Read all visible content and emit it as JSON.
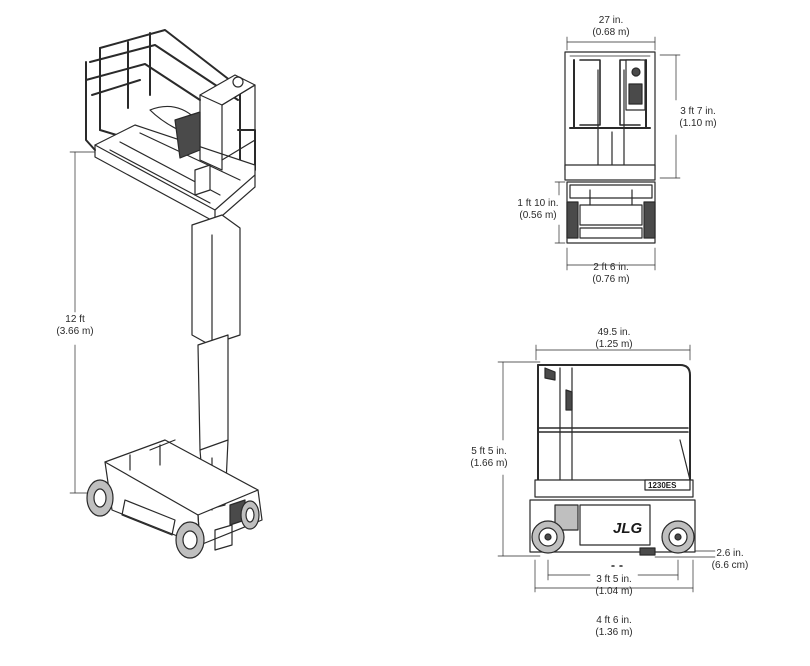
{
  "dimensions": {
    "height_3d": {
      "imperial": "12 ft",
      "metric": "(3.66 m)"
    },
    "front_top_width": {
      "imperial": "27 in.",
      "metric": "(0.68 m)"
    },
    "front_rail_height": {
      "imperial": "3 ft 7 in.",
      "metric": "(1.10 m)"
    },
    "front_base_height": {
      "imperial": "1 ft 10 in.",
      "metric": "(0.56 m)"
    },
    "front_base_width": {
      "imperial": "2 ft 6 in.",
      "metric": "(0.76 m)"
    },
    "side_platform_length": {
      "imperial": "49.5 in.",
      "metric": "(1.25 m)"
    },
    "side_total_height": {
      "imperial": "5 ft 5 in.",
      "metric": "(1.66 m)"
    },
    "side_ground_clearance": {
      "imperial": "2.6 in.",
      "metric": "(6.6 cm)"
    },
    "side_wheelbase": {
      "imperial": "3 ft 5 in.",
      "metric": "(1.04 m)"
    },
    "side_overall_length": {
      "imperial": "4 ft 6 in.",
      "metric": "(1.36 m)"
    }
  },
  "brand": {
    "logo": "JLG",
    "model": "1230ES"
  },
  "colors": {
    "line": "#2a2a2a",
    "fill": "#ffffff",
    "shade": "#bfbfbf",
    "dark": "#4a4a4a"
  }
}
